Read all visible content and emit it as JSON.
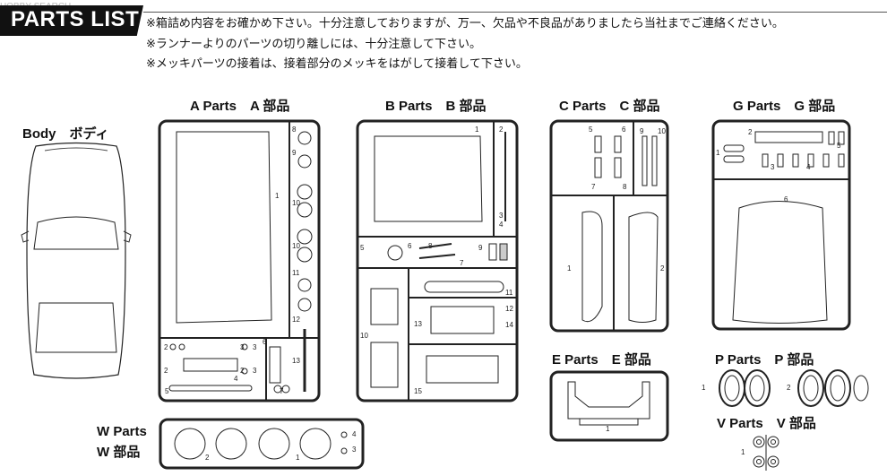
{
  "header": {
    "title": "PARTS LIST",
    "watermark": "HOBBY SEARCH",
    "notes": [
      "※箱詰め内容をお確かめ下さい。十分注意しておりますが、万一、欠品や不良品がありましたら当社までご連絡ください。",
      "※ランナーよりのパーツの切り離しには、十分注意して下さい。",
      "※メッキパーツの接着は、接着部分のメッキをはがして接着して下さい。"
    ]
  },
  "body": {
    "label": "Body　ボディ"
  },
  "sprues": {
    "a": {
      "label": "A Parts　A 部品",
      "numbers": [
        "1",
        "8",
        "9",
        "10",
        "10",
        "11",
        "12",
        "13",
        "2",
        "3",
        "3",
        "2",
        "3",
        "2",
        "4",
        "5",
        "6",
        "7"
      ]
    },
    "b": {
      "label": "B Parts　B 部品",
      "numbers": [
        "1",
        "2",
        "3",
        "4",
        "5",
        "6",
        "8",
        "7",
        "9",
        "11",
        "12",
        "13",
        "14",
        "10",
        "15"
      ]
    },
    "c": {
      "label": "C Parts　C 部品",
      "numbers": [
        "5",
        "6",
        "7",
        "8",
        "9",
        "10",
        "1",
        "2"
      ]
    },
    "g": {
      "label": "G Parts　G 部品",
      "numbers": [
        "2",
        "1",
        "3",
        "4",
        "5",
        "6"
      ]
    },
    "e": {
      "label": "E Parts　E 部品",
      "numbers": [
        "1"
      ]
    },
    "p": {
      "label": "P Parts　P 部品",
      "numbers": [
        "1",
        "2"
      ]
    },
    "v": {
      "label": "V Parts　V 部品",
      "numbers": [
        "1"
      ]
    },
    "w": {
      "label_en": "W Parts",
      "label_ja": "W 部品",
      "numbers": [
        "2",
        "1",
        "4",
        "3"
      ]
    }
  }
}
